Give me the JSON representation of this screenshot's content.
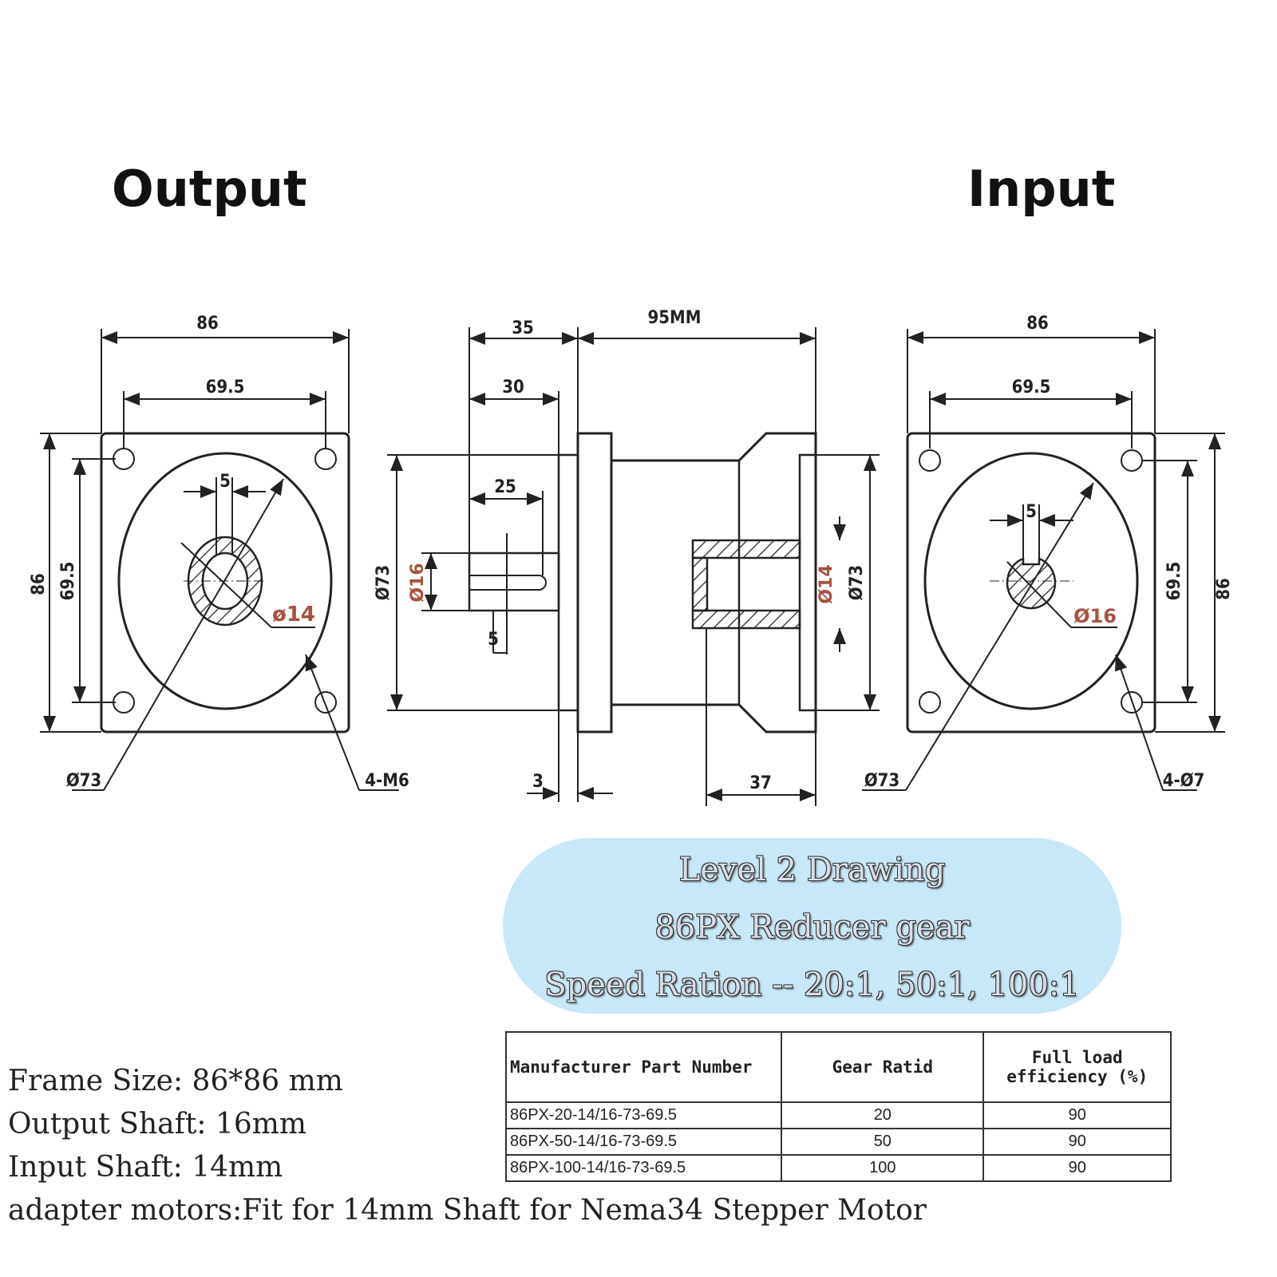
{
  "titles": {
    "output": "Output",
    "input": "Input"
  },
  "dimensions": {
    "output_view": {
      "width": "86",
      "hole_spacing_h": "69.5",
      "height": "86",
      "hole_spacing_v": "69.5",
      "key_width": "5",
      "shaft": "ø14",
      "pilot": "Ø73",
      "holes": "4-M6"
    },
    "side_view": {
      "shaft_ext": "35",
      "length": "95MM",
      "shaft_len": "30",
      "key_len": "25",
      "output_shaft": "Ø16",
      "pilot": "Ø73",
      "key_offset": "5",
      "flange_thk": "3",
      "input_depth": "37",
      "input_bore": "Ø14",
      "input_pilot": "Ø73"
    },
    "input_view": {
      "width": "86",
      "hole_spacing_h": "69.5",
      "height": "86",
      "hole_spacing_v": "69.5",
      "key_width": "5",
      "shaft": "Ø16",
      "pilot": "Ø73",
      "holes": "4-Ø7"
    }
  },
  "banner": {
    "line1": "Level 2 Drawing",
    "line2": "86PX Reducer gear",
    "line3": "Speed Ration -- 20:1,   50:1,    100:1"
  },
  "table": {
    "headers": [
      "Manufacturer Part Number",
      "Gear Ratid",
      "Full load efficiency (%)"
    ],
    "rows": [
      [
        "86PX-20-14/16-73-69.5",
        "20",
        "90"
      ],
      [
        "86PX-50-14/16-73-69.5",
        "50",
        "90"
      ],
      [
        "86PX-100-14/16-73-69.5",
        "100",
        "90"
      ]
    ]
  },
  "specs": {
    "frame_size": "Frame Size:  86*86 mm",
    "output_shaft": "Output Shaft: 16mm",
    "input_shaft": "Input Shaft: 14mm",
    "adapter": "adapter motors:Fit for 14mm Shaft  for Nema34 Stepper Motor"
  }
}
